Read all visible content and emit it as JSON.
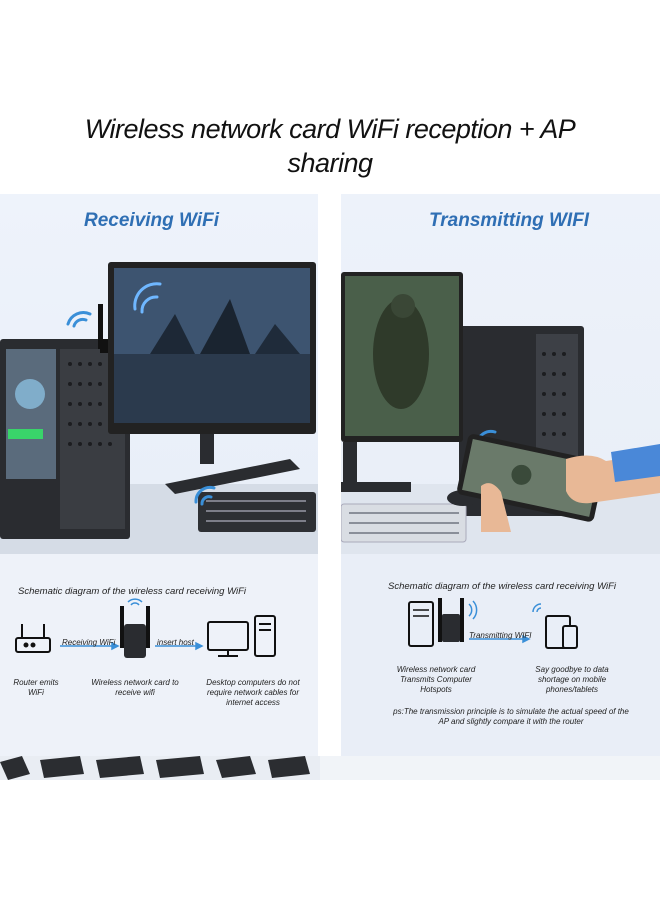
{
  "title": "Wireless network card WiFi reception + AP sharing",
  "left_panel": {
    "heading": "Receiving WiFi",
    "diagram_title": "Schematic diagram of the wireless card receiving WiFi",
    "arrow1_label": "Receiving WiFi",
    "arrow2_label": "insert host",
    "captions": {
      "router": "Router emits WiFi",
      "card": "Wireless network card to receive wifi",
      "desktop": "Desktop computers do not require network cables for internet access"
    }
  },
  "right_panel": {
    "heading": "Transmitting WIFI",
    "diagram_title": "Schematic diagram of the wireless card receiving WiFi",
    "arrow_label": "Transmitting WIFI",
    "captions": {
      "card": "Wireless network card Transmits Computer Hotspots",
      "mobile": "Say goodbye to data shortage on mobile phones/tablets"
    },
    "note": "ps:The transmission principle is to simulate the actual speed of the AP and slightly compare it with the router"
  },
  "colors": {
    "heading_blue": "#2f6fb4",
    "wifi_blue": "#3a8fd8",
    "panel_bg": "#eef3fb"
  }
}
